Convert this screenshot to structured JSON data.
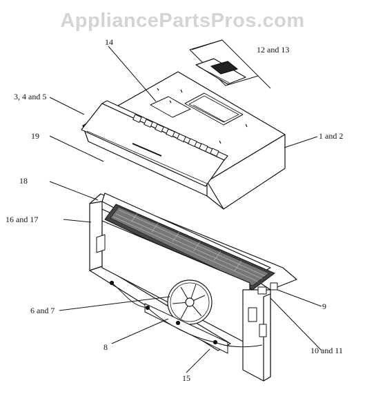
{
  "watermark": "AppliancePartsPros.com",
  "labels": {
    "l14": "14",
    "l12_13": "12 and 13",
    "l3_4_5": "3, 4 and 5",
    "l1_2": "1 and 2",
    "l19": "19",
    "l18": "18",
    "l16_17": "16 and 17",
    "l6_7": "6 and 7",
    "l9": "9",
    "l8": "8",
    "l10_11": "10 and 11",
    "l15": "15"
  }
}
